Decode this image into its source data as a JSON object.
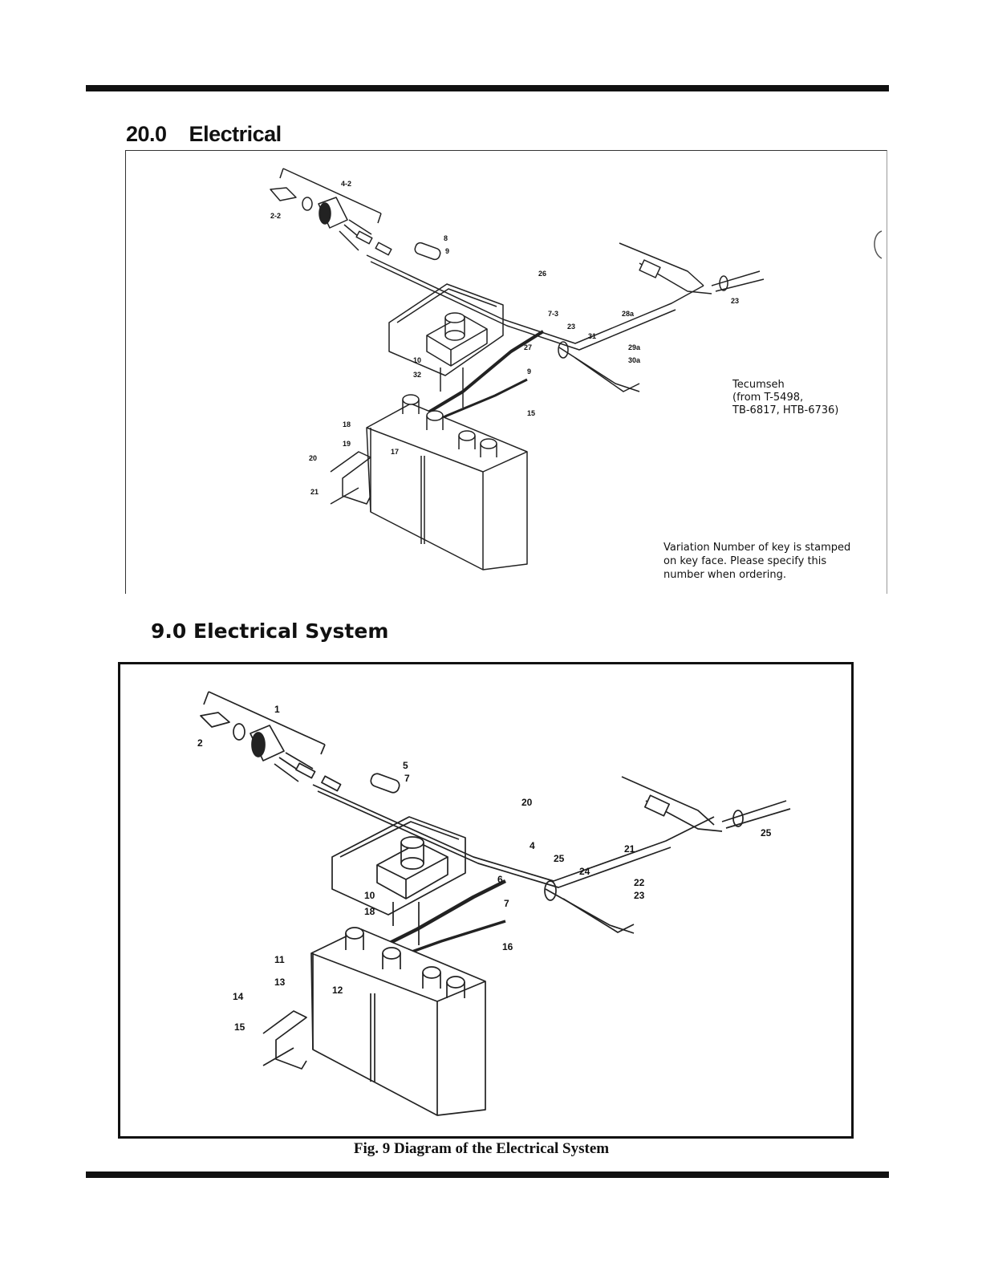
{
  "section1": {
    "title": "20.0    Electrical",
    "note_tecumseh": [
      "Tecumseh",
      "(from T-5498,",
      "TB-6817, HTB-6736)"
    ],
    "note_variation": [
      "Variation Number of key is stamped",
      "on key face. Please specify this",
      "number when ordering."
    ],
    "callouts": [
      "4-2",
      "2-2",
      "8",
      "9",
      "26",
      "7-3",
      "23",
      "28a",
      "31",
      "29a",
      "30a",
      "27",
      "10",
      "9",
      "32",
      "15",
      "18",
      "19",
      "17",
      "20",
      "21",
      "23"
    ]
  },
  "section2": {
    "title": "9.0 Electrical System",
    "caption": "Fig. 9 Diagram of the Electrical System",
    "callouts": [
      "1",
      "2",
      "5",
      "7",
      "20",
      "4",
      "25",
      "24",
      "21",
      "22",
      "23",
      "25",
      "6",
      "7",
      "10",
      "18",
      "16",
      "11",
      "13",
      "14",
      "15",
      "12"
    ]
  }
}
